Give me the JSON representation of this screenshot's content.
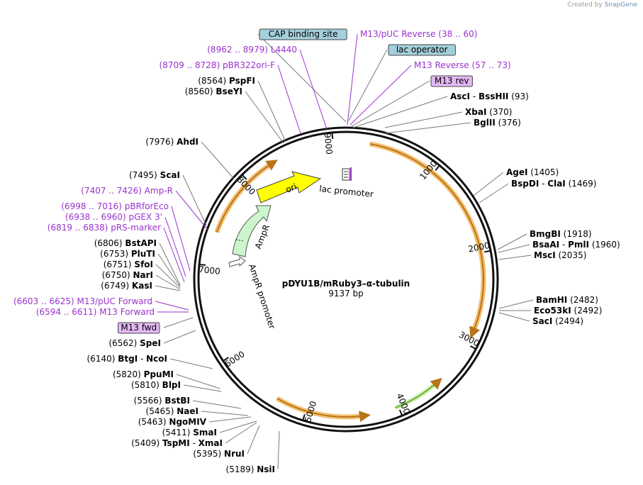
{
  "watermark": {
    "prefix": "Created by",
    "brand": "SnapGene"
  },
  "plasmid": {
    "name": "pDYU1B/mRuby3–α-tubulin",
    "size": "9137 bp"
  },
  "tick_labels": [
    "1000",
    "2000",
    "3000",
    "4000",
    "5000",
    "6000",
    "7000",
    "8000",
    "9000"
  ],
  "features": {
    "ori": "ori",
    "ampr": "AmpR",
    "ampr_promoter": "AmpR promoter",
    "lac_promoter": "lac promoter"
  },
  "right_labels": [
    {
      "name": "CAP binding site",
      "pos": "",
      "style": "boxed-teal"
    },
    {
      "name": "M13/pUC Reverse",
      "pos": "(38 .. 60)",
      "style": "purple"
    },
    {
      "name": "lac operator",
      "pos": "",
      "style": "boxed-teal"
    },
    {
      "name": "M13 Reverse",
      "pos": "(57 .. 73)",
      "style": "purple"
    },
    {
      "name": "M13 rev",
      "pos": "",
      "style": "boxed-purple"
    },
    {
      "name": "AscI",
      "name2": "BssHII",
      "pos": "(93)",
      "style": "enzyme"
    },
    {
      "name": "XbaI",
      "pos": "(370)",
      "style": "enzyme"
    },
    {
      "name": "BglII",
      "pos": "(376)",
      "style": "enzyme"
    },
    {
      "name": "AgeI",
      "pos": "(1405)",
      "style": "enzyme"
    },
    {
      "name": "BspDI",
      "name2": "ClaI",
      "pos": "(1469)",
      "style": "enzyme"
    },
    {
      "name": "BmgBI",
      "pos": "(1918)",
      "style": "enzyme"
    },
    {
      "name": "BsaAI",
      "name2": "PmlI",
      "pos": "(1960)",
      "style": "enzyme"
    },
    {
      "name": "MscI",
      "pos": "(2035)",
      "style": "enzyme"
    },
    {
      "name": "BamHI",
      "pos": "(2482)",
      "style": "enzyme"
    },
    {
      "name": "Eco53kI",
      "pos": "(2492)",
      "style": "enzyme"
    },
    {
      "name": "SacI",
      "pos": "(2494)",
      "style": "enzyme"
    }
  ],
  "left_labels": [
    {
      "name": "L4440",
      "pos": "(8962 .. 8979)",
      "style": "purple"
    },
    {
      "name": "pBR322ori-F",
      "pos": "(8709 .. 8728)",
      "style": "purple"
    },
    {
      "name": "PspFI",
      "pos": "(8564)",
      "style": "enzyme"
    },
    {
      "name": "BseYI",
      "pos": "(8560)",
      "style": "enzyme"
    },
    {
      "name": "AhdI",
      "pos": "(7976)",
      "style": "enzyme"
    },
    {
      "name": "ScaI",
      "pos": "(7495)",
      "style": "enzyme"
    },
    {
      "name": "Amp-R",
      "pos": "(7407 .. 7426)",
      "style": "purple"
    },
    {
      "name": "pBRforEco",
      "pos": "(6998 .. 7016)",
      "style": "purple"
    },
    {
      "name": "pGEX 3'",
      "pos": "(6938 .. 6960)",
      "style": "purple"
    },
    {
      "name": "pRS-marker",
      "pos": "(6819 .. 6838)",
      "style": "purple"
    },
    {
      "name": "BstAPI",
      "pos": "(6806)",
      "style": "enzyme"
    },
    {
      "name": "PluTI",
      "pos": "(6753)",
      "style": "enzyme"
    },
    {
      "name": "SfoI",
      "pos": "(6751)",
      "style": "enzyme"
    },
    {
      "name": "NarI",
      "pos": "(6750)",
      "style": "enzyme"
    },
    {
      "name": "KasI",
      "pos": "(6749)",
      "style": "enzyme"
    },
    {
      "name": "M13/pUC Forward",
      "pos": "(6603 .. 6625)",
      "style": "purple"
    },
    {
      "name": "M13 Forward",
      "pos": "(6594 .. 6611)",
      "style": "purple"
    },
    {
      "name": "M13 fwd",
      "pos": "",
      "style": "boxed-purple"
    },
    {
      "name": "SpeI",
      "pos": "(6562)",
      "style": "enzyme"
    },
    {
      "name": "BtgI",
      "name2": "NcoI",
      "pos": "(6140)",
      "style": "enzyme"
    },
    {
      "name": "PpuMI",
      "pos": "(5820)",
      "style": "enzyme"
    },
    {
      "name": "BlpI",
      "pos": "(5810)",
      "style": "enzyme"
    },
    {
      "name": "BstBI",
      "pos": "(5566)",
      "style": "enzyme"
    },
    {
      "name": "NaeI",
      "pos": "(5465)",
      "style": "enzyme"
    },
    {
      "name": "NgoMIV",
      "pos": "(5463)",
      "style": "enzyme"
    },
    {
      "name": "SmaI",
      "pos": "(5411)",
      "style": "enzyme"
    },
    {
      "name": "TspMI",
      "name2": "XmaI",
      "pos": "(5409)",
      "style": "enzyme"
    },
    {
      "name": "NruI",
      "pos": "(5395)",
      "style": "enzyme"
    },
    {
      "name": "NsiI",
      "pos": "(5189)",
      "style": "enzyme"
    }
  ],
  "colors": {
    "backbone": "#111111",
    "feature_orange_fill": "#f5c070",
    "feature_orange_edge": "#b8741a",
    "feature_green": "#6ab42a",
    "ori_yellow": "#ffff00",
    "ampr_green": "#ccf5cc",
    "purple": "#9a32cd",
    "teal_box": "#a4d0dc",
    "purple_box": "#e4b8f4",
    "leader_gray": "#7a7a7a"
  }
}
